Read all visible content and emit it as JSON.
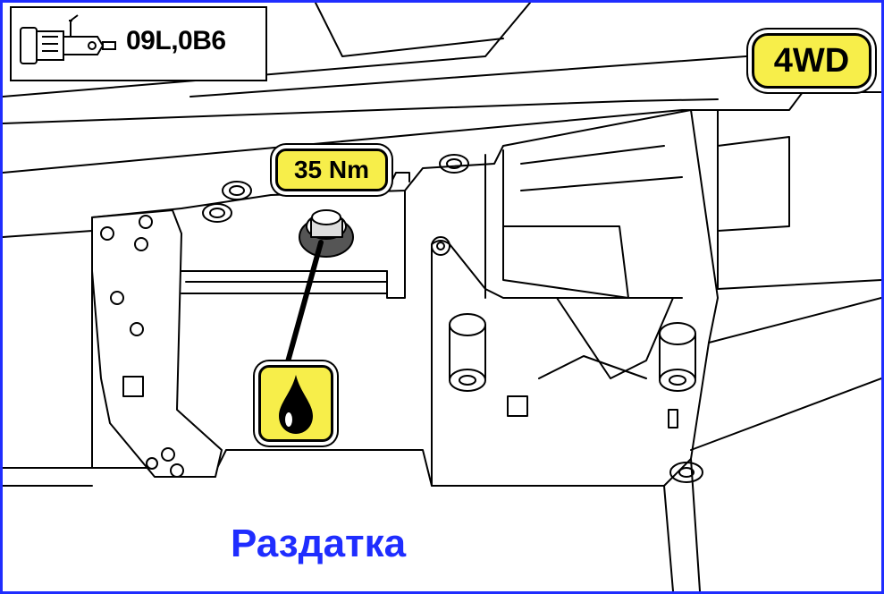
{
  "header": {
    "gearbox_code": "09L,0B6",
    "gearbox_icon": "transmission-icon"
  },
  "badges": {
    "drive_type": "4WD",
    "torque": "35 Nm"
  },
  "oil_icon": "oil-drop-icon",
  "caption": "Раздатка",
  "colors": {
    "frame": "#1f2dff",
    "caption": "#1f2dff",
    "badge_fill": "#f7ee4a",
    "line": "#000000"
  }
}
